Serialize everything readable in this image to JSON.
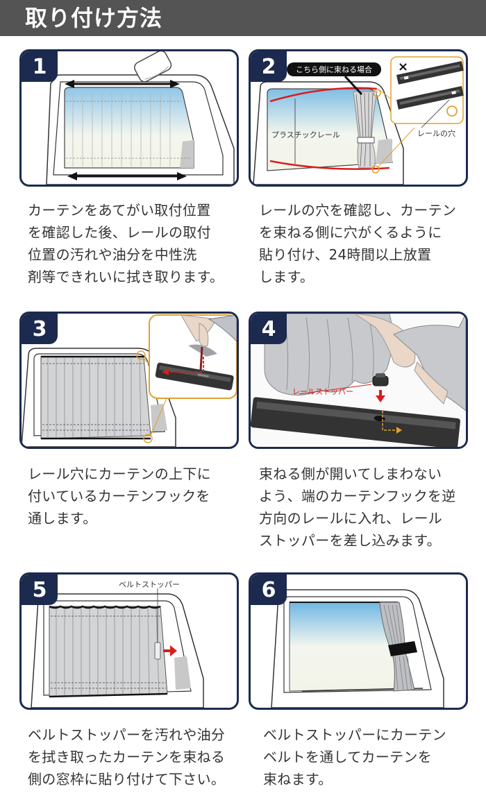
{
  "header": {
    "title": "取り付け方法"
  },
  "steps": [
    {
      "number": "1",
      "caption": [
        "カーテンをあてがい取付位置",
        "を確認した後、レールの取付",
        "位置の汚れや油分を中性洗",
        "剤等できれいに拭き取ります。"
      ]
    },
    {
      "number": "2",
      "callout": "こちら側に束ねる場合",
      "rail_label": "プラスチックレール",
      "hole_label": "レールの穴",
      "wrong_mark": "×",
      "caption": [
        "レールの穴を確認し、カーテン",
        "を束ねる側に穴がくるように",
        "貼り付け、24時間以上放置",
        "します。"
      ]
    },
    {
      "number": "3",
      "caption": [
        "レール穴にカーテンの上下に",
        "付いているカーテンフックを",
        "通します。"
      ]
    },
    {
      "number": "4",
      "stopper_label": "レールストッパー",
      "caption": [
        "束ねる側が開いてしまわない",
        "よう、端のカーテンフックを逆",
        "方向のレールに入れ、レール",
        "ストッパーを差し込みます。"
      ]
    },
    {
      "number": "5",
      "belt_label": "ベルトストッパー",
      "caption": [
        "ベルトストッパーを汚れや油分",
        "を拭き取ったカーテンを束ねる",
        "側の窓枠に貼り付けて下さい。"
      ]
    },
    {
      "number": "6",
      "caption": [
        "ベルトストッパーにカーテン",
        "ベルトを通してカーテンを",
        "束ねます。"
      ]
    }
  ],
  "colors": {
    "navy": "#1b2a4e",
    "header": "#545454",
    "red": "#d81e1e",
    "orange": "#e0a030"
  }
}
